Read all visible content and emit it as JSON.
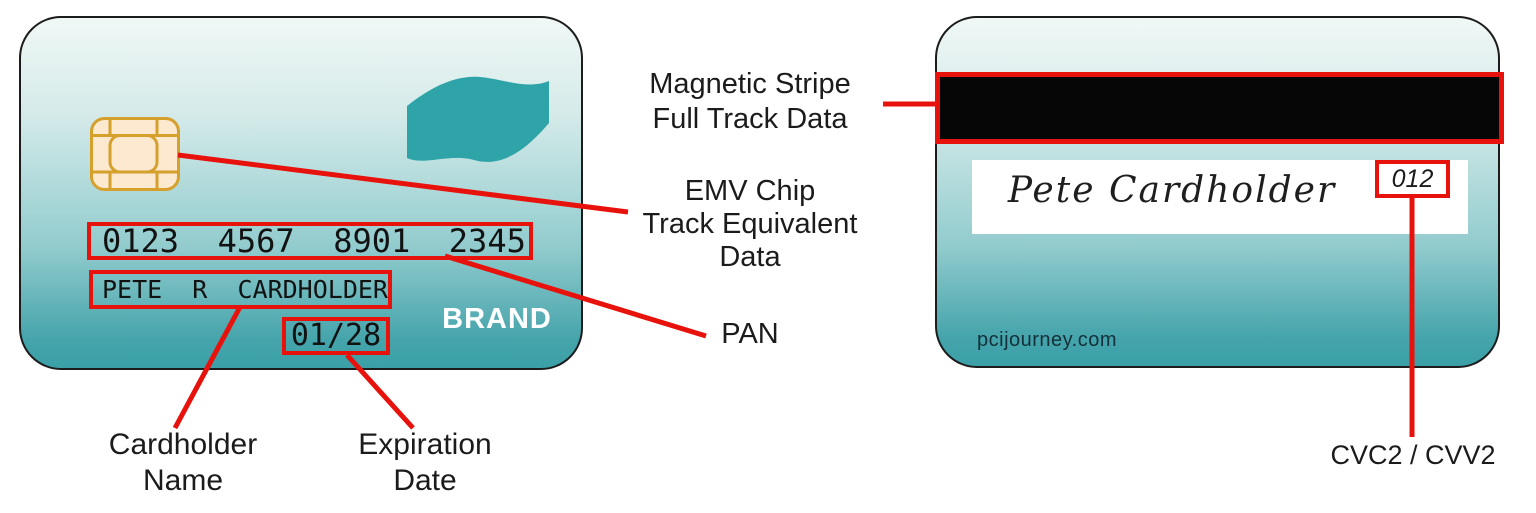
{
  "front_card": {
    "pan": "0123  4567  8901  2345",
    "cardholder_name": "PETE  R  CARDHOLDER",
    "expiration_date": "01/28",
    "brand": "BRAND"
  },
  "back_card": {
    "signature": "Pete Cardholder",
    "cvc": "012",
    "website": "pcijourney.com"
  },
  "annotations": {
    "magnetic_stripe_line1": "Magnetic Stripe",
    "magnetic_stripe_line2": "Full Track Data",
    "emv_line1": "EMV Chip",
    "emv_line2": "Track Equivalent",
    "emv_line3": "Data",
    "pan_label": "PAN",
    "cardholder_line1": "Cardholder",
    "cardholder_line2": "Name",
    "expiration_line1": "Expiration",
    "expiration_line2": "Date",
    "cvc_label": "CVC2 / CVV2"
  },
  "icons": {
    "chip": "emv-chip-icon",
    "brand_logo": "wave-logo-icon"
  },
  "colors": {
    "annotation_red": "#e8120c",
    "card_teal": "#3ba0a8",
    "logo_teal": "#2ea3a8",
    "chip_gold": "#d6a02c",
    "chip_fill": "#fce9cf",
    "stripe_black": "#060606"
  }
}
